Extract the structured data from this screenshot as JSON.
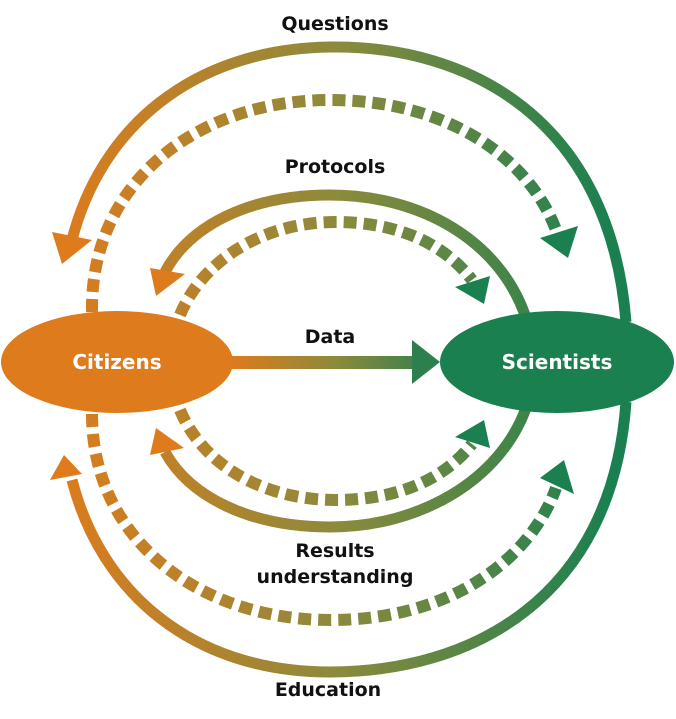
{
  "diagram": {
    "nodes": {
      "citizens": {
        "label": "Citizens",
        "color": "#DE7B1C"
      },
      "scientists": {
        "label": "Scientists",
        "color": "#1B8050"
      }
    },
    "flows": {
      "questions": {
        "label": "Questions",
        "direction": "scientists-to-citizens (solid) / citizens-to-scientists (dashed)"
      },
      "protocols": {
        "label": "Protocols",
        "direction": "scientists-to-citizens (solid) / citizens-to-scientists (dashed)"
      },
      "data": {
        "label": "Data",
        "direction": "citizens-to-scientists"
      },
      "results": {
        "label_line1": "Results",
        "label_line2": "understanding",
        "direction": "scientists-to-citizens (solid) / citizens-to-scientists (dashed)"
      },
      "education": {
        "label": "Education",
        "direction": "scientists-to-citizens (solid) / citizens-to-scientists (dashed)"
      }
    },
    "colors": {
      "orange": "#DE7B1C",
      "olive": "#8C8A3C",
      "green": "#1B8050",
      "text": "#111111"
    }
  }
}
